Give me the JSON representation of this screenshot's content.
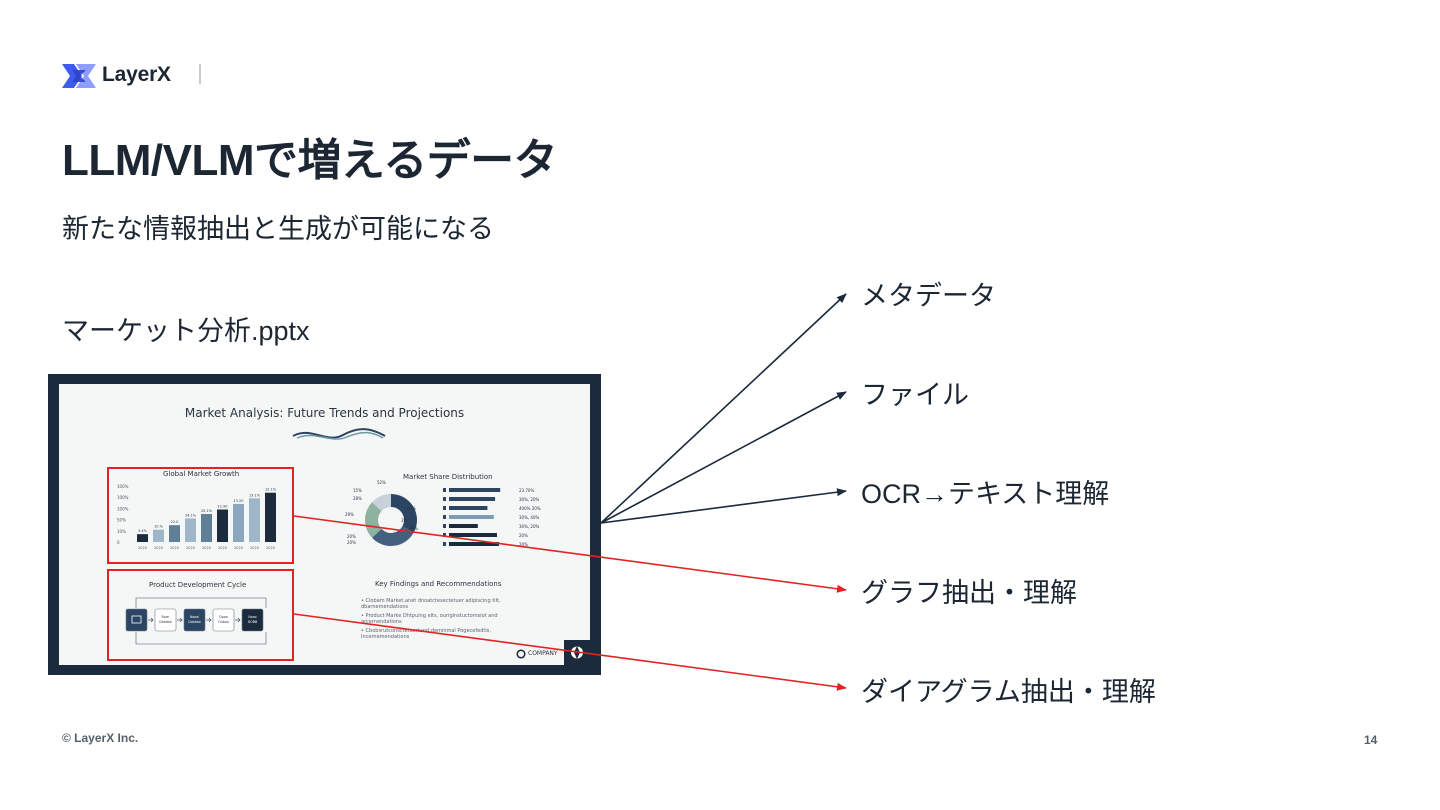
{
  "header": {
    "brand_name": "LayerX",
    "title": "LLM/VLMで増えるデータ",
    "subtitle": "新たな情報抽出と生成が可能になる"
  },
  "file_label": "マーケット分析.pptx",
  "slide_thumbnail": {
    "title": "Market Analysis: Future Trends and Projections",
    "growth_chart": {
      "title": "Global Market Growth",
      "y_ticks": [
        "100%",
        "100%",
        "100%",
        "50%",
        "10%",
        "0"
      ],
      "bar_labels": [
        "3.4%",
        "10.%",
        "22.0",
        "34.1%",
        "25.1%",
        "12.90",
        "13.20",
        "13.1%",
        "12.1%"
      ],
      "categories": [
        "2020",
        "2020",
        "2020",
        "2020",
        "2020",
        "2020",
        "2020",
        "2020",
        "2020"
      ],
      "values": [
        14,
        22,
        30,
        42,
        50,
        58,
        68,
        78,
        88
      ],
      "colors": [
        "#1b2a3c",
        "#9fb6c9",
        "#5f7f99",
        "#9fb6c9",
        "#5f7f99",
        "#1b2a3c",
        "#8aa7bf",
        "#9fb6c9",
        "#1b2a3c"
      ]
    },
    "share_chart": {
      "title": "Market Share Distribution",
      "donut_labels": [
        "52%",
        "15%",
        "28%",
        "29%",
        "44%",
        "20%",
        "3%",
        "20%",
        "20%"
      ],
      "slices": [
        0.33,
        0.3,
        0.24,
        0.13
      ],
      "slice_colors": [
        "#2b4563",
        "#45607f",
        "#8fb2a0",
        "#c8d0d8"
      ],
      "bars": [
        {
          "value": 0.8,
          "label": "23.70%",
          "color": "#2b4563"
        },
        {
          "value": 0.72,
          "label": "30%, 20%",
          "color": "#2b4563"
        },
        {
          "value": 0.6,
          "label": "400% 20%",
          "color": "#2b4563"
        },
        {
          "value": 0.7,
          "label": "30%, 40%",
          "color": "#7f9cb5"
        },
        {
          "value": 0.45,
          "label": "30%, 20%",
          "color": "#1b2a3c"
        },
        {
          "value": 0.75,
          "label": "20%",
          "color": "#1b2a3c"
        },
        {
          "value": 0.78,
          "label": "20%",
          "color": "#1b2a3c"
        }
      ]
    },
    "cycle_diagram": {
      "title": "Product Development Cycle",
      "nodes": [
        "",
        "Rcon Cbeobol",
        "Noool Dobbbo",
        "Dooo Onboo",
        "Nooo DOBB"
      ]
    },
    "findings": {
      "title": "Key Findings and Recommendations",
      "bullets": [
        "Clobam Market,anet dnoatctesectetuer adipiscing tilt, dbarnemendations",
        "Product Marke Dhtpuing elts, ouriginstuctomsiot and arcernendations",
        "Cbobsrutconsctetuertand deminmal Pogecefedtis, Incernemendations"
      ]
    },
    "company_label": "COMPANY"
  },
  "targets": {
    "metadata": "メタデータ",
    "file": "ファイル",
    "ocr": "OCR→テキスト理解",
    "graph": "グラフ抽出・理解",
    "diagram": "ダイアグラム抽出・理解"
  },
  "colors": {
    "text": "#1c2733",
    "arrow_dark": "#1b2a3c",
    "arrow_red": "#e02424",
    "logo_blue": "#4e6bff"
  },
  "footer": {
    "copyright": "© LayerX Inc.",
    "page_number": "14"
  }
}
